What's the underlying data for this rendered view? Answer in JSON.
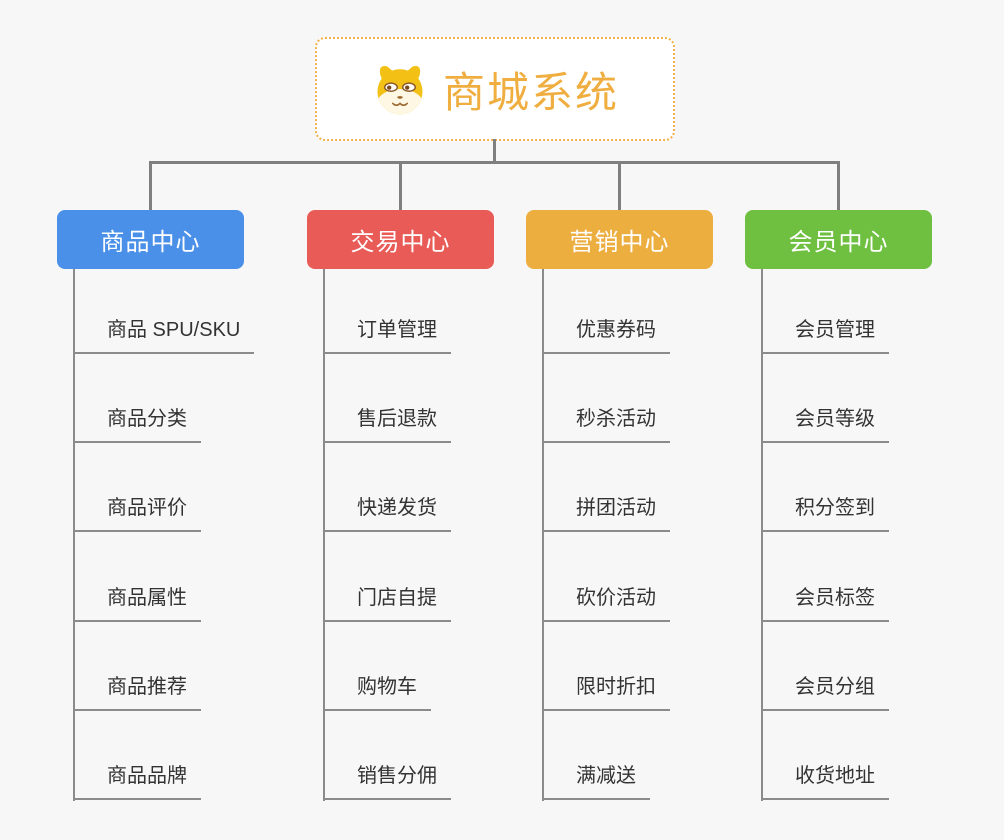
{
  "root": {
    "title": "商城系统",
    "icon": "dog-icon",
    "title_color": "#EFAE3F",
    "border_color": "#F2B04A"
  },
  "connector_color": "#7F7F7F",
  "branches": [
    {
      "label": "商品中心",
      "color": "#4A90E8",
      "items": [
        "商品 SPU/SKU",
        "商品分类",
        "商品评价",
        "商品属性",
        "商品推荐",
        "商品品牌"
      ]
    },
    {
      "label": "交易中心",
      "color": "#E85B57",
      "items": [
        "订单管理",
        "售后退款",
        "快递发货",
        "门店自提",
        "购物车",
        "销售分佣"
      ]
    },
    {
      "label": "营销中心",
      "color": "#EDAE40",
      "items": [
        "优惠券码",
        "秒杀活动",
        "拼团活动",
        "砍价活动",
        "限时折扣",
        "满减送"
      ]
    },
    {
      "label": "会员中心",
      "color": "#6FBF40",
      "items": [
        "会员管理",
        "会员等级",
        "积分签到",
        "会员标签",
        "会员分组",
        "收货地址"
      ]
    }
  ]
}
